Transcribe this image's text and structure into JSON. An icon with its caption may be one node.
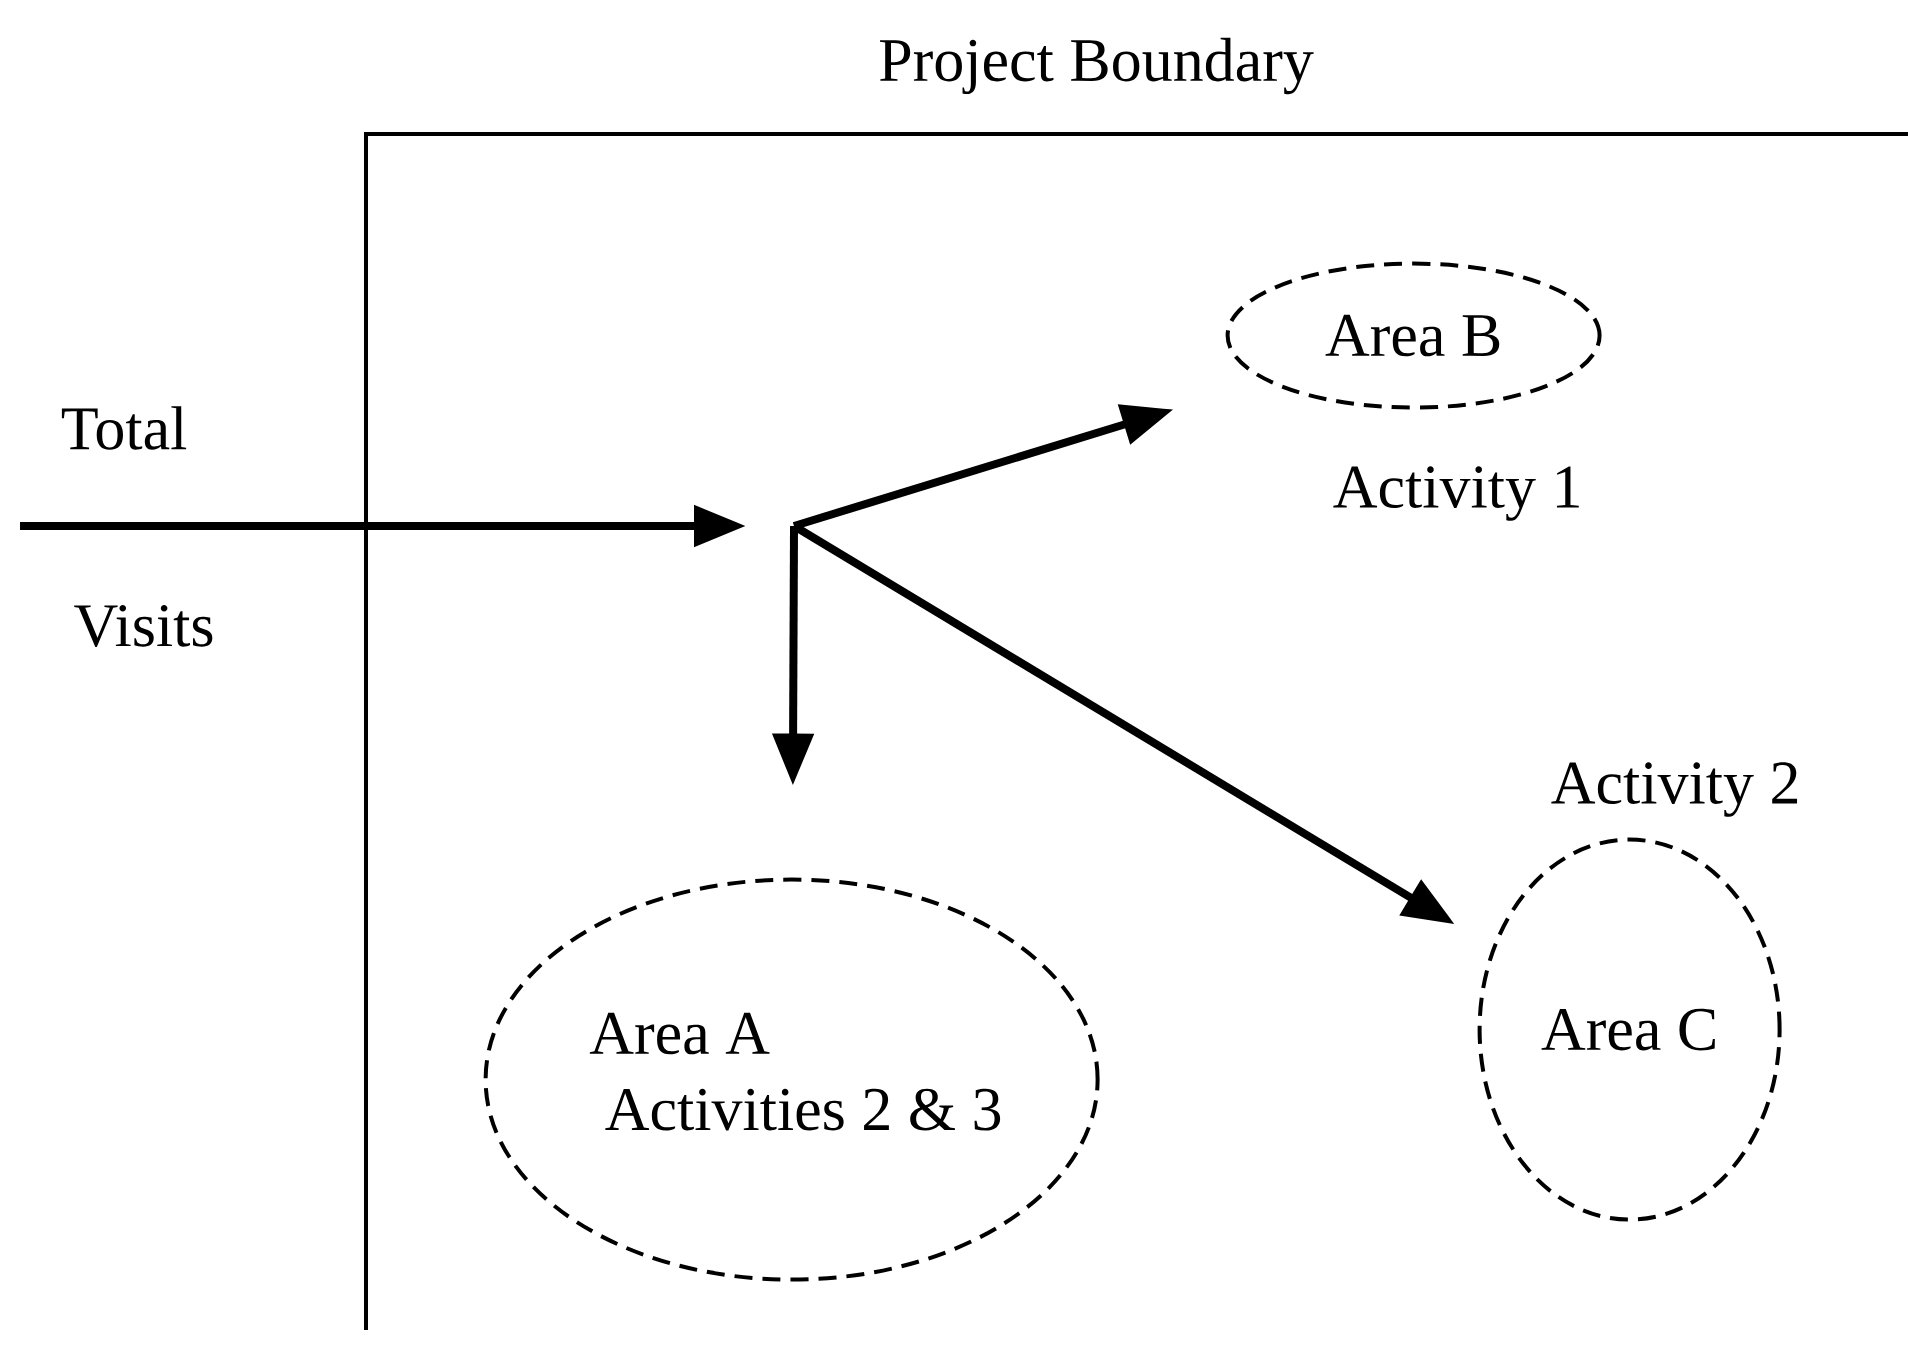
{
  "diagram": {
    "nodes": [
      {
        "text": [
          "Project Boundary"
        ]
      },
      {
        "text": [
          "Area B"
        ],
        "in": 0,
        "beside": [
          "Activity 1"
        ]
      },
      {
        "text": [
          "Area A",
          "Activities 2 & 3"
        ],
        "in": 0
      },
      {
        "text": [
          "Area C"
        ],
        "in": 0,
        "beside": [
          "Activity 2"
        ]
      }
    ],
    "edges": [
      {
        "from": null,
        "to": 1,
        "arrow": "to"
      },
      {
        "from": null,
        "to": 2,
        "arrow": "to"
      },
      {
        "from": null,
        "to": 3,
        "arrow": "to"
      }
    ],
    "labels": [
      "Total",
      "Visits"
    ]
  }
}
